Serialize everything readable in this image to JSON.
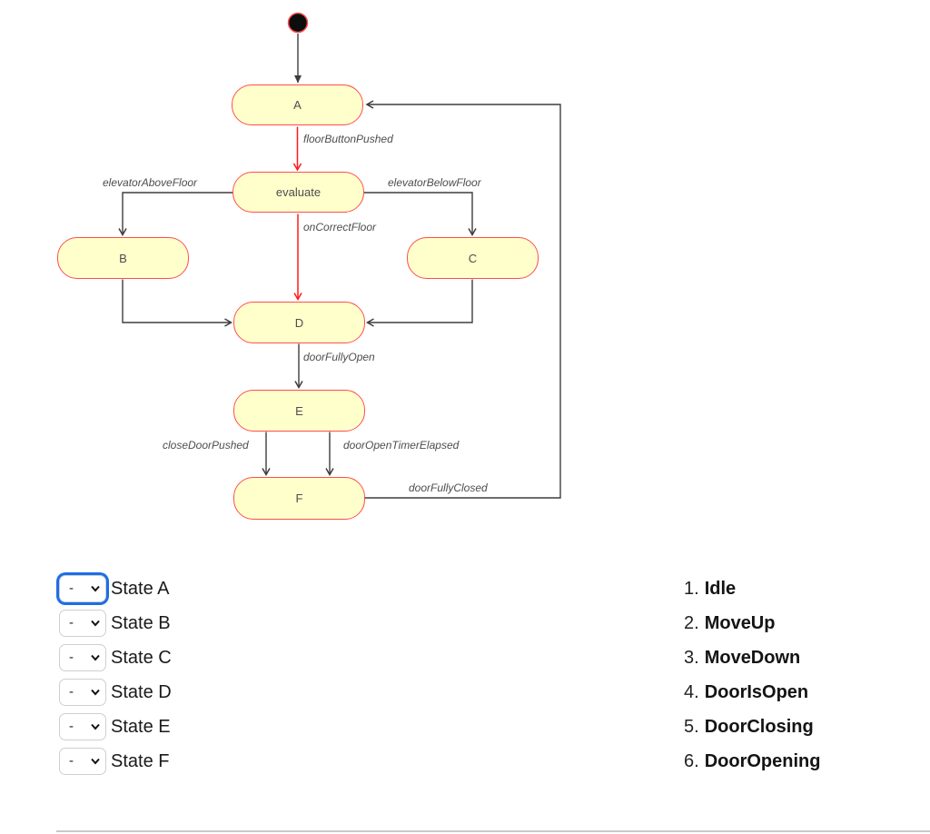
{
  "diagram": {
    "initial": "initial-state",
    "states": {
      "a": "A",
      "evaluate": "evaluate",
      "b": "B",
      "c": "C",
      "d": "D",
      "e": "E",
      "f": "F"
    },
    "labels": {
      "floorButtonPushed": "floorButtonPushed",
      "elevatorAboveFloor": "elevatorAboveFloor",
      "elevatorBelowFloor": "elevatorBelowFloor",
      "onCorrectFloor": "onCorrectFloor",
      "doorFullyOpen": "doorFullyOpen",
      "closeDoorPushed": "closeDoorPushed",
      "doorOpenTimerElapsed": "doorOpenTimerElapsed",
      "doorFullyClosed": "doorFullyClosed"
    },
    "colors": {
      "state_fill": "#ffffcc",
      "state_border": "#ff4d4d",
      "edge": "#3d3d3d",
      "edge_highlight": "#ff1a1a",
      "label_text": "#4d4d4d"
    }
  },
  "quiz": {
    "focus_ring_color": "#1b6ee8",
    "dropdowns": [
      {
        "label": "State A",
        "value": "-"
      },
      {
        "label": "State B",
        "value": "-"
      },
      {
        "label": "State C",
        "value": "-"
      },
      {
        "label": "State D",
        "value": "-"
      },
      {
        "label": "State E",
        "value": "-"
      },
      {
        "label": "State F",
        "value": "-"
      }
    ],
    "options": [
      {
        "number": "1.",
        "name": "Idle"
      },
      {
        "number": "2.",
        "name": "MoveUp"
      },
      {
        "number": "3.",
        "name": "MoveDown"
      },
      {
        "number": "4.",
        "name": "DoorIsOpen"
      },
      {
        "number": "5.",
        "name": "DoorClosing"
      },
      {
        "number": "6.",
        "name": "DoorOpening"
      }
    ]
  }
}
